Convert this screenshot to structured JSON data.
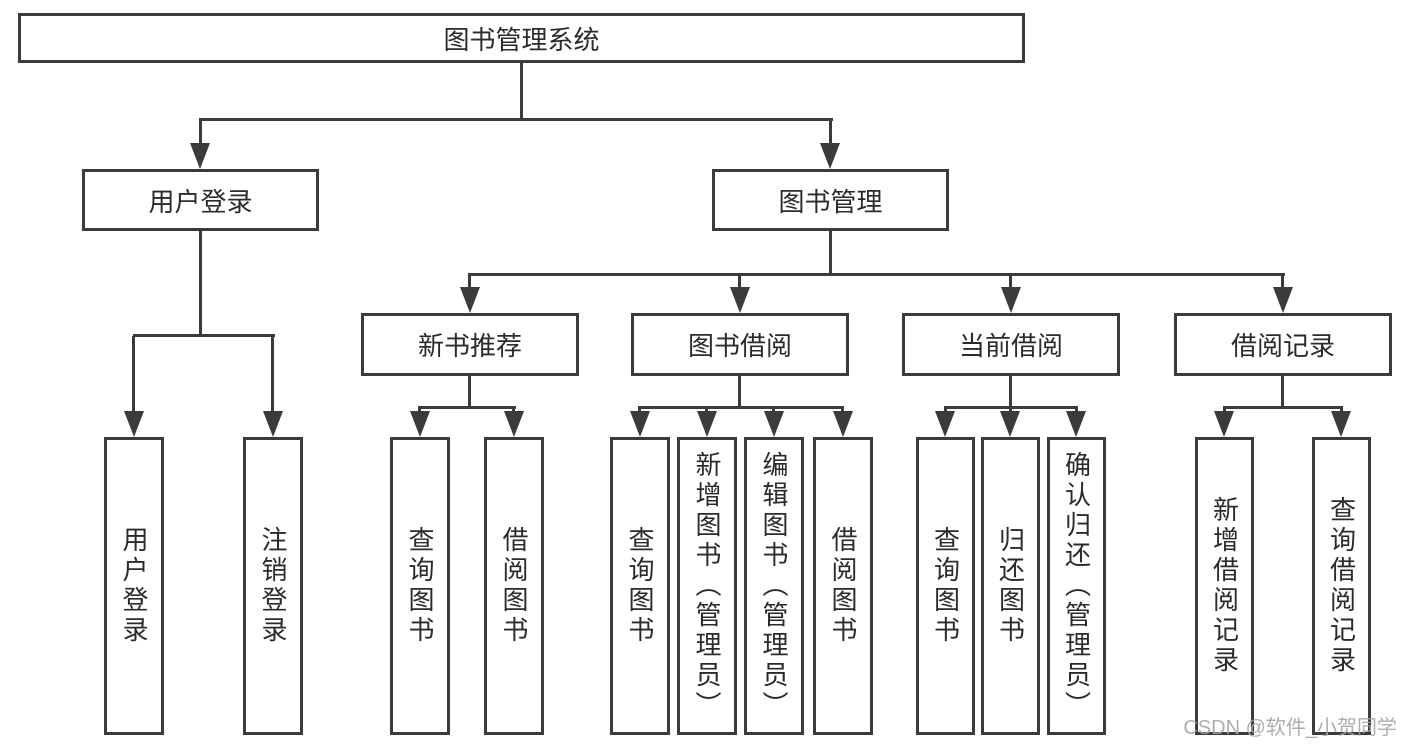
{
  "tree": {
    "root": {
      "label": "图书管理系统"
    },
    "level2": [
      {
        "label": "用户登录",
        "children": [
          {
            "label": "用户登录"
          },
          {
            "label": "注销登录"
          }
        ]
      },
      {
        "label": "图书管理",
        "children": [
          {
            "label": "新书推荐",
            "children": [
              {
                "label": "查询图书"
              },
              {
                "label": "借阅图书"
              }
            ]
          },
          {
            "label": "图书借阅",
            "children": [
              {
                "label": "查询图书"
              },
              {
                "label": "新增图书（管理员）"
              },
              {
                "label": "编辑图书（管理员）"
              },
              {
                "label": "借阅图书"
              }
            ]
          },
          {
            "label": "当前借阅",
            "children": [
              {
                "label": "查询图书"
              },
              {
                "label": "归还图书"
              },
              {
                "label": "确认归还（管理员）"
              }
            ]
          },
          {
            "label": "借阅记录",
            "children": [
              {
                "label": "新增借阅记录"
              },
              {
                "label": "查询借阅记录"
              }
            ]
          }
        ]
      }
    ]
  },
  "watermark": {
    "text": "CSDN @软件_小贺同学"
  },
  "colors": {
    "line": "#3b3b3b",
    "text": "#2b2b2b",
    "watermark": "#a5a5a5",
    "background": "#ffffff"
  }
}
